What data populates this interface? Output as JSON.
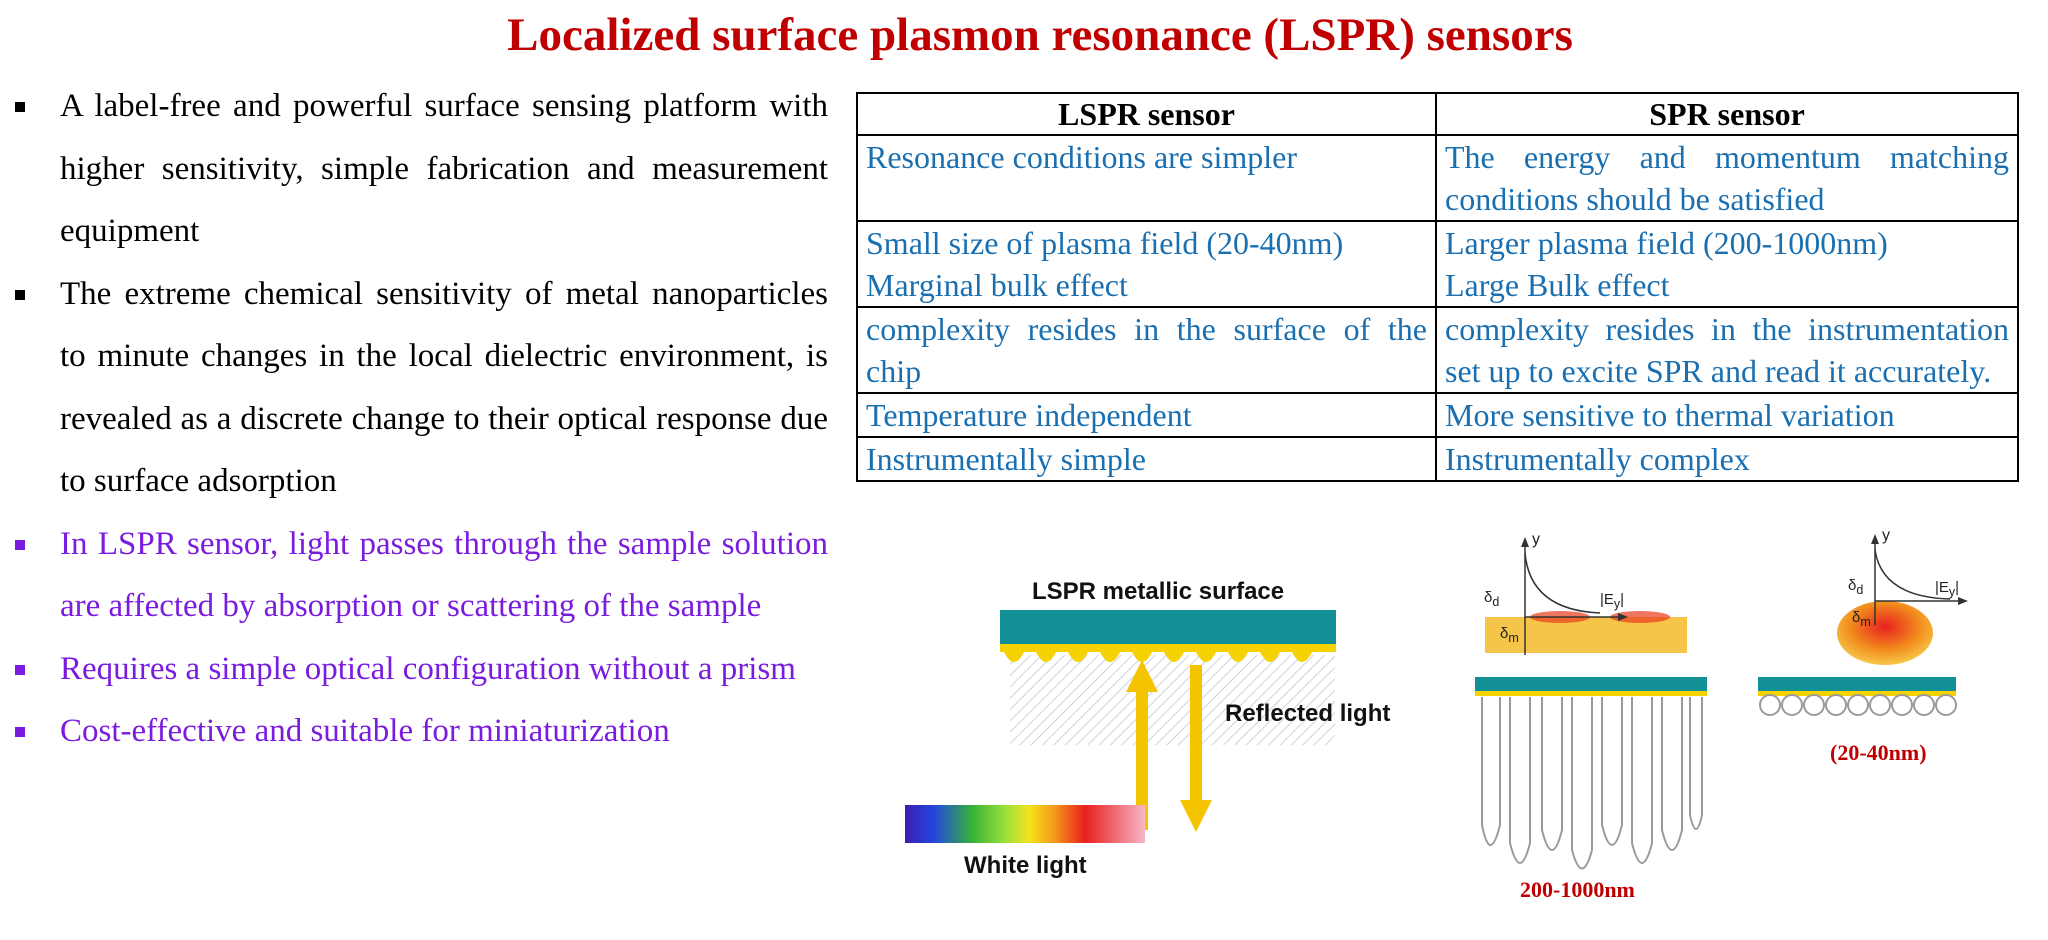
{
  "title": "Localized surface plasmon resonance (LSPR) sensors",
  "bullets": [
    {
      "text": "A label-free and powerful surface sensing platform with higher sensitivity, simple fabrication and measurement equipment",
      "color": "#000000"
    },
    {
      "text": "The extreme chemical sensitivity of metal nanoparticles to minute changes in the local dielectric environment, is revealed as a discrete change to their optical response due to surface adsorption",
      "color": "#000000"
    },
    {
      "text": "In LSPR sensor, light passes through the sample solution are affected by absorption or scattering of the sample",
      "color": "#7a1ce0"
    },
    {
      "text": "Requires a simple optical configuration without a prism",
      "color": "#7a1ce0"
    },
    {
      "text": "Cost-effective and suitable for miniaturization",
      "color": "#7a1ce0"
    }
  ],
  "table": {
    "headers": [
      "LSPR sensor",
      "SPR sensor"
    ],
    "rows": [
      [
        "Resonance conditions are simpler",
        "The energy and momentum matching conditions should be satisfied"
      ],
      [
        "Small size of plasma field (20-40nm)\nMarginal bulk effect",
        "Larger plasma field (200-1000nm)\nLarge Bulk effect"
      ],
      [
        "complexity resides in the surface of the chip",
        "complexity resides in the instrumentation set up to excite SPR and read it accurately."
      ],
      [
        "Temperature independent",
        "More sensitive to thermal variation"
      ],
      [
        "Instrumentally simple",
        "Instrumentally complex"
      ]
    ]
  },
  "figure_left": {
    "surface_label": "LSPR metallic surface",
    "reflected_label": "Reflected light",
    "white_label": "White light"
  },
  "figure_right": {
    "axis_y": "y",
    "field_label": "|E",
    "field_sub": "y",
    "delta": "δ",
    "sub_d": "d",
    "sub_m": "m",
    "range_spr": "200-1000nm",
    "range_lspr": "(20-40nm)"
  },
  "colors": {
    "title": "#c00000",
    "table_text": "#1a6fb0",
    "accent": "#7a1ce0",
    "teal": "#138f96",
    "gold": "#f5c400"
  }
}
